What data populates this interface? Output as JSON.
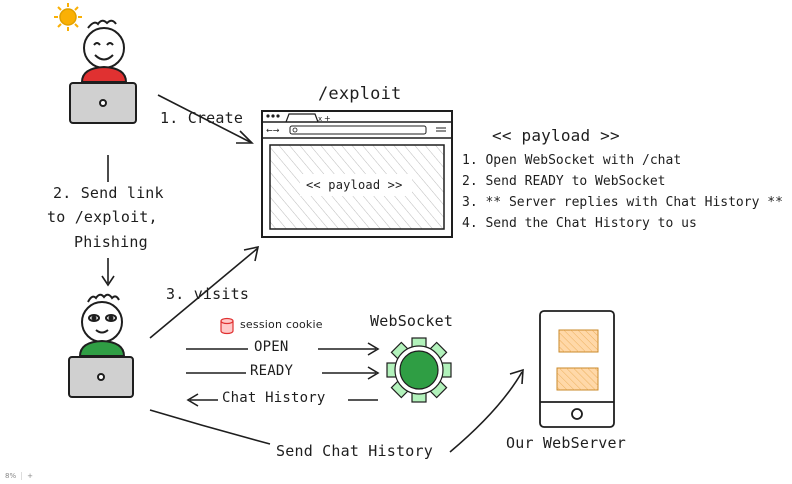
{
  "labels": {
    "exploit_title": "/exploit",
    "create": "1. Create",
    "send_link_line1": "2. Send link",
    "send_link_line2": "to /exploit,",
    "send_link_line3": "Phishing",
    "visits": "3. visits",
    "payload_heading": "<< payload >>",
    "payload_inner": "<< payload >>",
    "session_cookie": "session cookie",
    "websocket": "WebSocket",
    "open": "OPEN",
    "ready": "READY",
    "chat_history": "Chat History",
    "send_chat_history": "Send Chat History",
    "our_webserver": "Our WebServer"
  },
  "payload_steps": [
    "1. Open WebSocket with /chat",
    "2. Send READY to WebSocket",
    "3. ** Server replies with Chat History **",
    "4. Send the Chat History to us"
  ],
  "zoom": {
    "level": "8%",
    "plus": "+"
  },
  "colors": {
    "attacker_shirt": "#e03131",
    "victim_shirt": "#2f9e44",
    "sun": "#fab005",
    "websocket_gear": "#2f9e44",
    "websocket_gear_light": "#b2f2bb",
    "cookie": "#ffc9c9",
    "phone_block": "#ffd8a8",
    "laptop": "#d0d0d0"
  }
}
